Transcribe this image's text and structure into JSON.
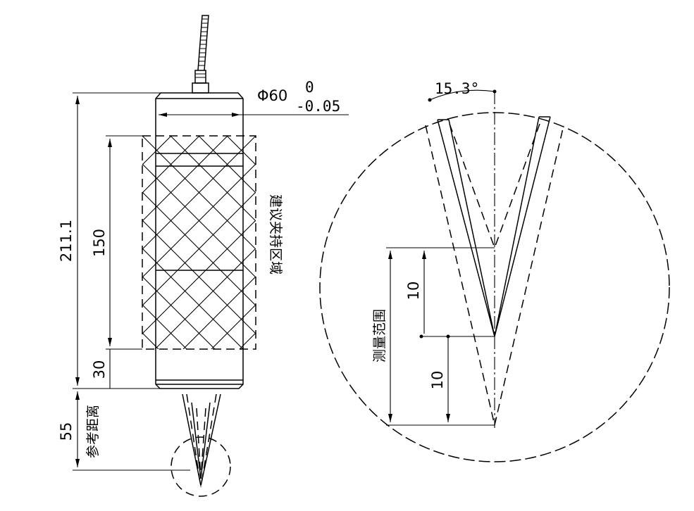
{
  "labels": {
    "diameter_main": "Φ60",
    "tol_upper": "0",
    "tol_lower": "-0.05",
    "length_total": "211.1",
    "length_grip": "150",
    "length_bottom": "30",
    "ref_distance_value": "55",
    "ref_distance_label": "参考距离",
    "grip_area_label": "建议夹持区域",
    "angle": "15.3°",
    "range_label": "测量范围",
    "range_half_upper": "10",
    "range_half_lower": "10"
  },
  "colors": {
    "line": "#000000",
    "background": "#ffffff"
  }
}
